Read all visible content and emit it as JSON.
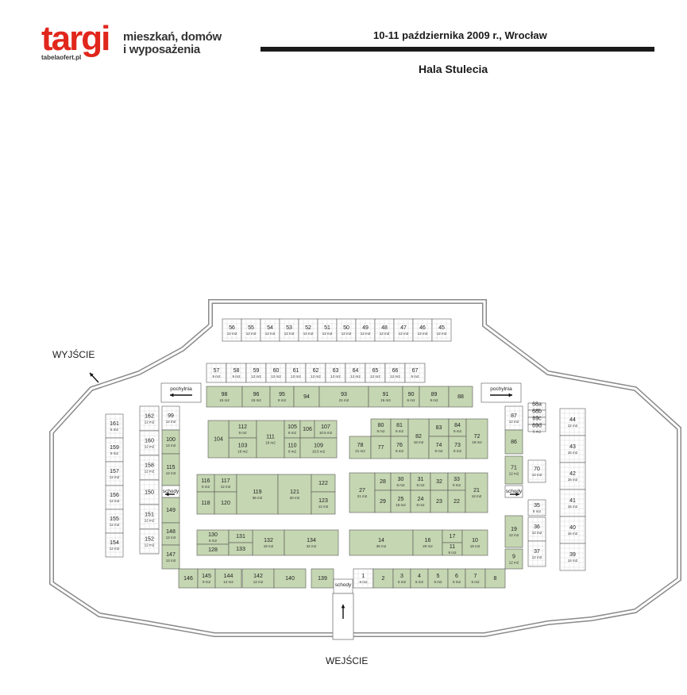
{
  "logo": {
    "word": "targi",
    "line1": "mieszkań, domów",
    "line2": "i wyposażenia",
    "sub": "tabelaofert.pl"
  },
  "event_date": "10-11 października 2009 r.,  Wrocław",
  "hall_name": "Hala Stulecia",
  "labels": {
    "exit": "WYJŚCIE",
    "entrance": "WEJŚCIE",
    "ramp": "pochylnia",
    "stairs": "schody"
  },
  "colors": {
    "occupied": "#c5d6b2",
    "free": "#ffffff",
    "outline": "#555555"
  },
  "top_row_1": [
    [
      "56",
      "12 m2"
    ],
    [
      "55",
      "12 m2"
    ],
    [
      "54",
      "12 m2"
    ],
    [
      "53",
      "12 m2"
    ],
    [
      "52",
      "12 m2"
    ],
    [
      "51",
      "12 m2"
    ],
    [
      "50",
      "12 m2"
    ],
    [
      "49",
      "12 m2"
    ],
    [
      "48",
      "12 m2"
    ],
    [
      "47",
      "12 m2"
    ],
    [
      "46",
      "12 m2"
    ],
    [
      "45",
      "12 m2"
    ]
  ],
  "top_row_2": [
    [
      "57",
      "9 m2"
    ],
    [
      "58",
      "9 m2"
    ],
    [
      "59",
      "12 m2"
    ],
    [
      "60",
      "12 m2"
    ],
    [
      "61",
      "12 m2"
    ],
    [
      "62",
      "12 m2"
    ],
    [
      "63",
      "12 m2"
    ],
    [
      "64",
      "12 m2"
    ],
    [
      "65",
      "12 m2"
    ],
    [
      "66",
      "12 m2"
    ],
    [
      "67",
      "9 m2"
    ]
  ],
  "row_a": [
    [
      "98",
      "15 m2"
    ],
    [
      "96",
      "15 m2"
    ],
    [
      "95",
      "8 m2"
    ],
    [
      "94",
      ""
    ],
    [
      "93",
      "21 m2"
    ],
    [
      "91",
      "15 m2"
    ],
    [
      "90",
      "6 m2"
    ],
    [
      "89",
      "9 m2"
    ],
    [
      "88",
      ""
    ]
  ],
  "left_outer": [
    [
      "161",
      "6 m2"
    ],
    [
      "159",
      "9 m2"
    ],
    [
      "157",
      "12 m2"
    ],
    [
      "156",
      "12 m2"
    ],
    [
      "155",
      "12 m2"
    ],
    [
      "154",
      "12 m2"
    ]
  ],
  "left_inner": [
    [
      "162",
      "12 m2"
    ],
    [
      "160",
      "12 m2"
    ],
    [
      "158",
      "12 m2"
    ],
    [
      "150",
      ""
    ],
    [
      "151",
      "12 m2"
    ],
    [
      "152",
      "12 m2"
    ]
  ],
  "left_col3": [
    [
      "99",
      "12 m2"
    ],
    [
      "100",
      "12 m2"
    ],
    [
      "115",
      "12 m2"
    ],
    [
      "149",
      ""
    ],
    [
      "148",
      "12 m2"
    ],
    [
      "147",
      "12 m2"
    ]
  ],
  "right_outer": [
    [
      "44",
      "12 m2"
    ],
    [
      "43",
      "16 m2"
    ],
    [
      "42",
      "16 m2"
    ],
    [
      "41",
      "16 m2"
    ],
    [
      "40",
      "16 m2"
    ],
    [
      "39",
      "14 m2"
    ]
  ],
  "right_inner": [
    [
      "68a",
      "6 m2"
    ],
    [
      "68b",
      "6 m2"
    ],
    [
      "69c",
      "6 m2"
    ],
    [
      "69d",
      "6 m2"
    ],
    [
      "70",
      "12 m2"
    ],
    [
      "35",
      "8 m2"
    ],
    [
      "36",
      "12 m2"
    ],
    [
      "37",
      "12 m2"
    ]
  ],
  "right_col3": [
    [
      "87",
      "12 m2"
    ],
    [
      "86",
      ""
    ],
    [
      "71",
      "12 m2"
    ],
    [
      "19",
      "12 m2"
    ],
    [
      "9",
      "12 m2"
    ]
  ],
  "bottom_row": [
    [
      "146",
      ""
    ],
    [
      "145",
      "9 m2"
    ],
    [
      "144",
      "12 m2"
    ],
    [
      "142",
      "12 m2"
    ],
    [
      "140",
      ""
    ],
    [
      "139",
      ""
    ],
    [
      "1",
      "9 m2"
    ],
    [
      "2",
      ""
    ],
    [
      "3",
      "6 m2"
    ],
    [
      "4",
      "6 m2"
    ],
    [
      "5",
      "6 m2"
    ],
    [
      "6",
      "6 m2"
    ],
    [
      "7",
      "6 m2"
    ],
    [
      "8",
      ""
    ]
  ],
  "block_1": [
    [
      "112",
      "9 m2"
    ],
    [
      "103",
      "16 m2"
    ],
    [
      "111",
      "18 m2"
    ],
    [
      "105",
      "8 m2"
    ],
    [
      "106",
      ""
    ],
    [
      "107",
      "10.5 m2"
    ],
    [
      "110",
      "8 m2"
    ],
    [
      "109",
      "19.5 m2"
    ],
    [
      "104",
      ""
    ]
  ],
  "block_2": [
    [
      "80",
      "9 m2"
    ],
    [
      "81",
      "9 m2"
    ],
    [
      "83",
      ""
    ],
    [
      "84",
      "9 m2"
    ],
    [
      "78",
      "21 m2"
    ],
    [
      "77",
      ""
    ],
    [
      "76",
      "9 m2"
    ],
    [
      "82",
      "18 m2"
    ],
    [
      "74",
      "9 m2"
    ],
    [
      "73",
      "9 m2"
    ],
    [
      "72",
      "18 m2"
    ]
  ],
  "block_3": [
    [
      "116",
      "9 m2"
    ],
    [
      "117",
      "12 m2"
    ],
    [
      "118",
      ""
    ],
    [
      "120",
      ""
    ],
    [
      "119",
      "36 m2"
    ],
    [
      "121",
      "30 m2"
    ],
    [
      "122",
      ""
    ],
    [
      "123",
      "12 m2"
    ]
  ],
  "block_4": [
    [
      "27",
      "21 m2"
    ],
    [
      "28",
      ""
    ],
    [
      "30",
      "8 m2"
    ],
    [
      "31",
      "9 m2"
    ],
    [
      "32",
      ""
    ],
    [
      "33",
      "9 m2"
    ],
    [
      "29",
      ""
    ],
    [
      "25",
      "18 m2"
    ],
    [
      "24",
      "8 m2"
    ],
    [
      "23",
      ""
    ],
    [
      "22",
      ""
    ],
    [
      "21",
      "18 m2"
    ]
  ],
  "block_5": [
    [
      "130",
      "9 m2"
    ],
    [
      "132",
      "18 m2"
    ],
    [
      "134",
      "32 m2"
    ],
    [
      "128",
      ""
    ],
    [
      "131",
      ""
    ],
    [
      "133",
      ""
    ]
  ],
  "block_6": [
    [
      "14",
      "36 m2"
    ],
    [
      "16",
      "20 m2"
    ],
    [
      "17",
      ""
    ],
    [
      "11",
      "8 m2"
    ],
    [
      "10",
      "18 m2"
    ]
  ]
}
